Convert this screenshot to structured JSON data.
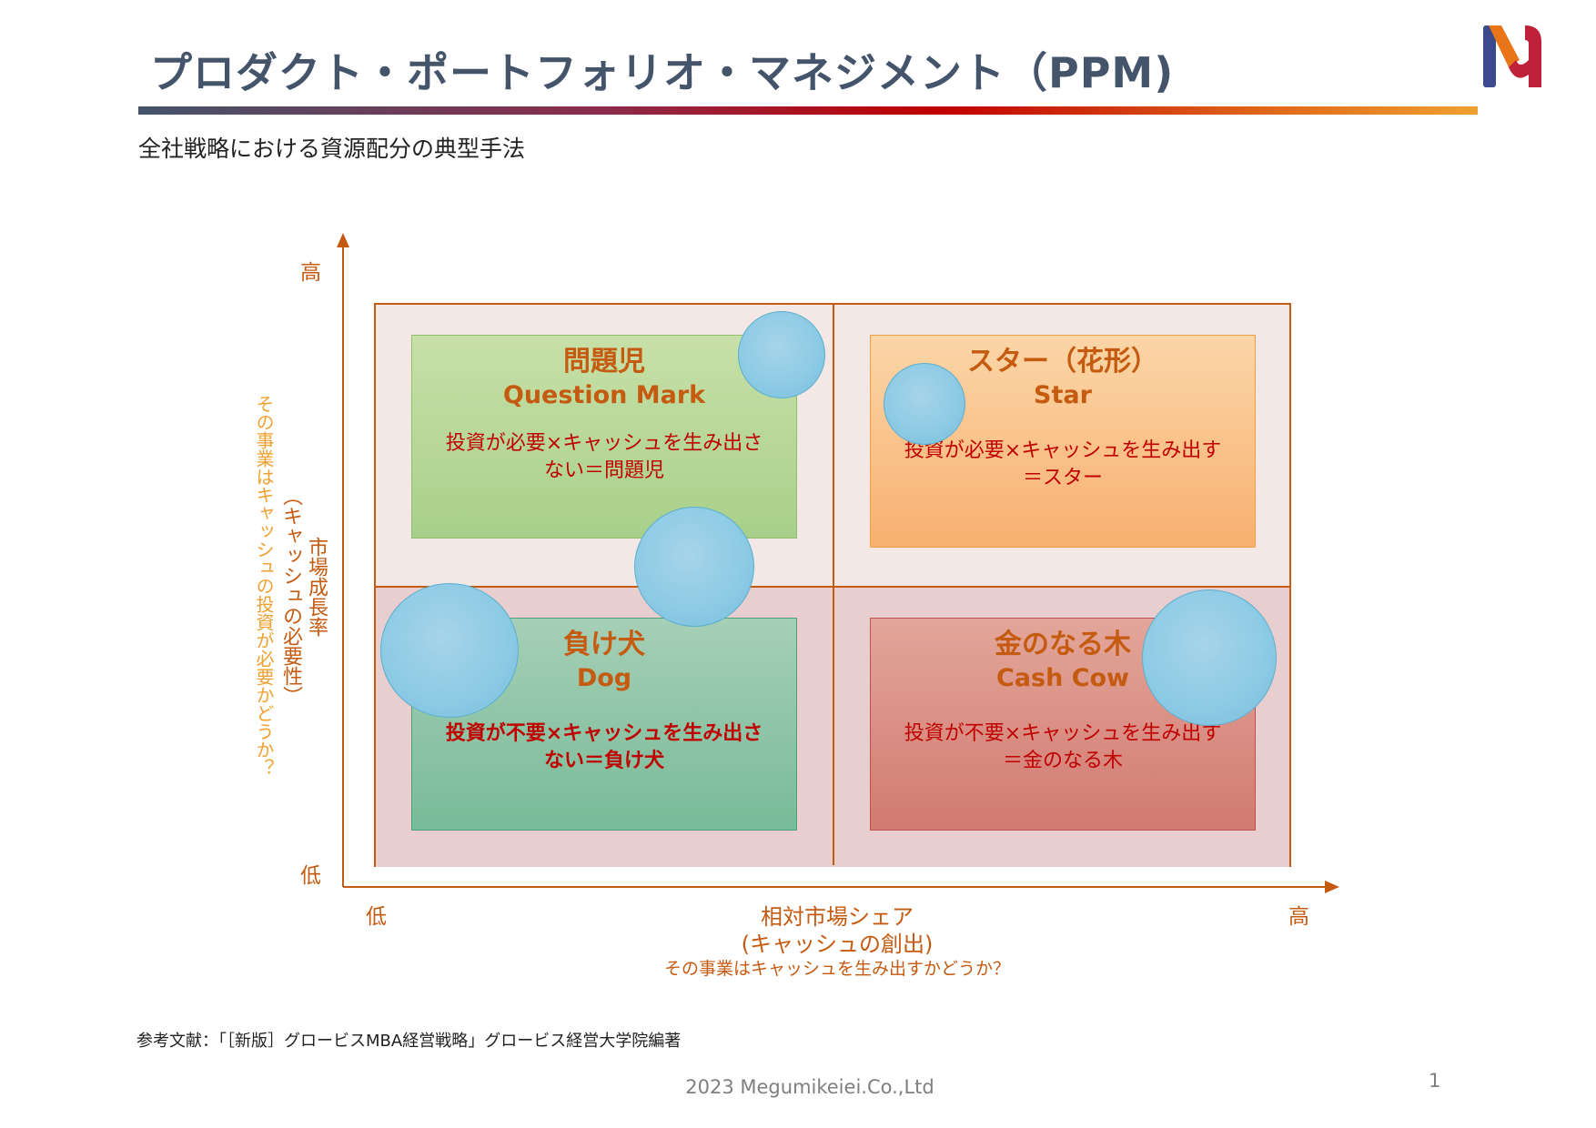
{
  "header": {
    "title": "プロダクト・ポートフォリオ・マネジメント（PPM)",
    "subtitle": "全社戦略における資源配分の典型手法"
  },
  "logo": {
    "icon": "m-logo-icon",
    "colors": [
      "#3a4a8c",
      "#e8751a",
      "#c0213a"
    ]
  },
  "axes": {
    "y_high": "高",
    "y_low": "低",
    "y_label_1": "市場成長率",
    "y_label_2": "（キャッシュの必要性）",
    "y_label_3": "その事業はキャッシュの投資が必要かどうか？",
    "x_low": "低",
    "x_high": "高",
    "x_label_1": "相対市場シェア",
    "x_label_2": "(キャッシュの創出)",
    "x_label_3": "その事業はキャッシュを生み出すかどうか？"
  },
  "quadrants": {
    "question_mark": {
      "title": "問題児",
      "sub": "Question Mark",
      "desc_1": "投資が必要×キャッシュを生み出さ",
      "desc_2": "ない＝問題児",
      "color": "#a8d08a"
    },
    "star": {
      "title": "スター（花形）",
      "sub": "Star",
      "desc_1": "投資が必要×キャッシュを生み出す",
      "desc_2": "＝スター",
      "color": "#f8b070"
    },
    "dog": {
      "title": "負け犬",
      "sub": "Dog",
      "desc_1": "投資が不要×キャッシュを生み出さ",
      "desc_2": "ない＝負け犬",
      "color": "#78bb98"
    },
    "cash_cow": {
      "title": "金のなる木",
      "sub": "Cash Cow",
      "desc_1": "投資が不要×キャッシュを生み出す",
      "desc_2": "＝金のなる木",
      "color": "#d17a70"
    }
  },
  "bubble_color": "#8ccae4",
  "footer": {
    "reference": "参考文献：「［新版］グロービスMBA経営戦略」グロービス経営大学院編著",
    "copyright": "2023 Megumikeiei.Co.,Ltd",
    "page": "1"
  }
}
